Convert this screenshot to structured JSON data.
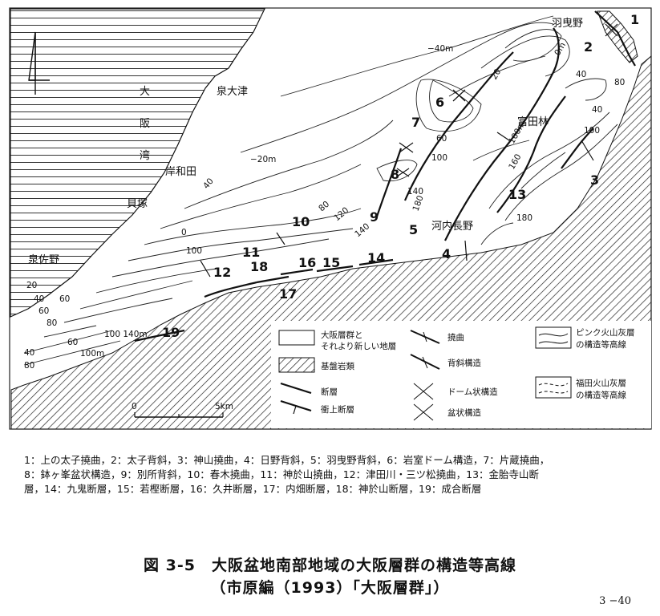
{
  "map": {
    "north_symbol": "north-arrow",
    "sea_label": [
      "大",
      "阪",
      "湾"
    ],
    "places": {
      "izumiotsu": "泉大津",
      "kishiwada": "岸和田",
      "kaizuka": "貝塚",
      "izumisano": "泉佐野",
      "habikino": "羽曳野",
      "tondabayashi": "富田林",
      "kawachinagano": "河内長野"
    },
    "contours": {
      "c_m40": "−40m",
      "c_m20": "−20m",
      "c_40a": "40",
      "c_0": "0",
      "c_80a": "80",
      "c_120": "120",
      "c_140a": "140",
      "c_100a": "100",
      "c_60a": "60",
      "c_140b": "140",
      "c_180a": "180",
      "c_20a": "20",
      "c_0m": "0m",
      "c_40b": "40",
      "c_80b": "80",
      "c_40c": "40",
      "c_100b": "100",
      "c_160": "160",
      "c_180b": "180",
      "c_100m_top": "100m",
      "c_100c": "100",
      "c_20b": "20",
      "c_40d": "40",
      "c_60b": "60",
      "c_80c": "80",
      "c_100_140m": "100 140m",
      "c_60c": "60",
      "c_40e": "40",
      "c_80d": "80",
      "c_100m_bot": "100m",
      "c_60d": "60"
    },
    "numbers": [
      "1",
      "2",
      "3",
      "4",
      "5",
      "6",
      "7",
      "8",
      "9",
      "10",
      "11",
      "12",
      "13",
      "14",
      "15",
      "16",
      "17",
      "18",
      "19"
    ],
    "scale": {
      "zero": "0",
      "five": "5km"
    },
    "legend": {
      "osaka_group": [
        "大阪層群と",
        "それより新しい地層"
      ],
      "basement": "基盤岩類",
      "fault": "断層",
      "thrust": "衝上断層",
      "flexure": "撓曲",
      "anticline": "背斜構造",
      "dome": "ドーム状構造",
      "basin": "盆状構造",
      "pink_ash": [
        "ピンク火山灰層",
        "の構造等高線"
      ],
      "fukuda_ash": [
        "福田火山灰層",
        "の構造等高線"
      ]
    }
  },
  "caption_lines": [
    "1：上の太子撓曲，2：太子背斜，3：神山撓曲，4：日野背斜，5：羽曳野背斜，6：岩室ドーム構造，7：片蔵撓曲，",
    "8：鉢ヶ峯盆状構造，9：別所背斜，10：春木撓曲，11：神於山撓曲，12：津田川・三ツ松撓曲，13：金胎寺山断",
    "層，14：九鬼断層，15：若樫断層，16：久井断層，17：内畑断層，18：神於山断層，19：成合断層"
  ],
  "title": {
    "line1": "図 3-5　大阪盆地南部地域の大阪層群の構造等高線",
    "line2": "（市原編（1993）「大阪層群」）"
  },
  "page_number": "3 −40"
}
